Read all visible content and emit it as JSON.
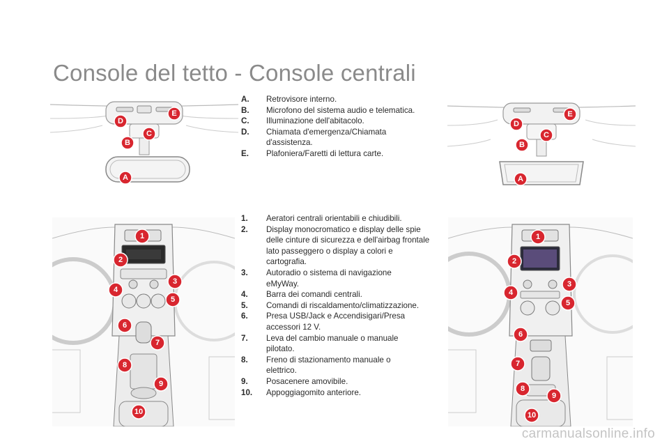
{
  "page_title": "Console del tetto - Console centrali",
  "roof_items": [
    {
      "key": "A.",
      "text": "Retrovisore interno."
    },
    {
      "key": "B.",
      "text": "Microfono del sistema audio e telematica."
    },
    {
      "key": "C.",
      "text": "Illuminazione dell'abitacolo."
    },
    {
      "key": "D.",
      "text": "Chiamata d'emergenza/Chiamata d'assistenza."
    },
    {
      "key": "E.",
      "text": "Plafoniera/Faretti di lettura carte."
    }
  ],
  "center_items": [
    {
      "key": "1.",
      "text": "Aeratori centrali orientabili e chiudibili."
    },
    {
      "key": "2.",
      "text": "Display monocromatico e display delle spie delle cinture di sicurezza e dell'airbag frontale lato passeggero o display a colori e cartografia."
    },
    {
      "key": "3.",
      "text": "Autoradio o sistema di navigazione eMyWay."
    },
    {
      "key": "4.",
      "text": "Barra dei comandi centrali."
    },
    {
      "key": "5.",
      "text": "Comandi di riscaldamento/climatizzazione."
    },
    {
      "key": "6.",
      "text": "Presa USB/Jack e Accendisigari/Presa accessori 12 V."
    },
    {
      "key": "7.",
      "text": "Leva del cambio manuale o manuale pilotato."
    },
    {
      "key": "8.",
      "text": "Freno di stazionamento manuale o elettrico."
    },
    {
      "key": "9.",
      "text": "Posacenere amovibile."
    },
    {
      "key": "10.",
      "text": "Appoggiagomito anteriore."
    }
  ],
  "callouts": {
    "roof": [
      "A",
      "B",
      "C",
      "D",
      "E"
    ],
    "center": [
      "1",
      "2",
      "3",
      "4",
      "5",
      "6",
      "7",
      "8",
      "9",
      "10"
    ]
  },
  "colors": {
    "callout": "#d8262f",
    "title": "#8a8a8a"
  },
  "footer": "carmanualsonline.info"
}
